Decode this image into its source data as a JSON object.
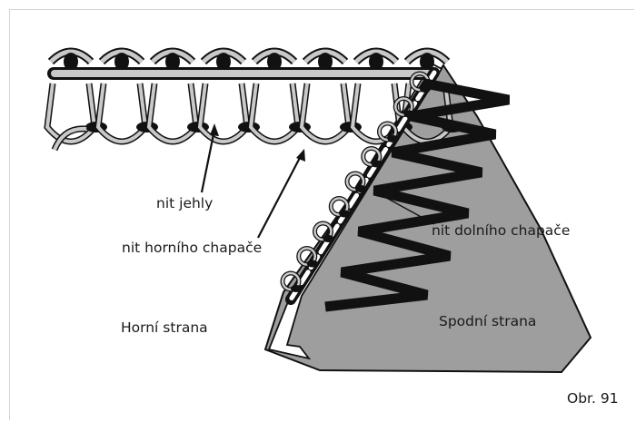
{
  "labels": {
    "needle_thread": "nit jehly",
    "upper_looper_thread": "nit horního chapače",
    "lower_looper_thread": "nit dolního chapače",
    "top_side": "Horní strana",
    "bottom_side": "Spodní strana",
    "figure_number": "Obr. 91"
  },
  "colors": {
    "fabric": "#9e9e9e",
    "thread_light": "#c9c9c9",
    "thread_dark": "#111111",
    "text": "#1a1a1a"
  }
}
